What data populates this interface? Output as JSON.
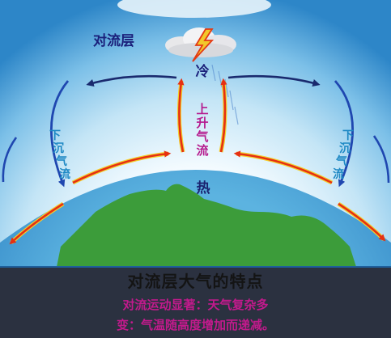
{
  "diagram": {
    "layer_name": "对流层",
    "cold_label": "冷",
    "hot_label": "热",
    "rising_label": "上升气流",
    "sinking_label": "下沉气流",
    "title": "对流层大气的特点",
    "line1": "对流运动显著：天气复杂多",
    "line2": "变：气温随高度增加而递减。"
  },
  "colors": {
    "sky_outer": "#2e8fd0",
    "sky_inner": "#e6f5fc",
    "ground": "#3c9c3a",
    "ocean": "#4aa2d6",
    "cold_arrow": "#1f47b0",
    "warm_arrow": "#e63012",
    "warm_edge": "#f2d02c",
    "text_label": "#1a1f7a",
    "text_rising": "#b51a8e",
    "text_sinking": "#1d88c4"
  }
}
